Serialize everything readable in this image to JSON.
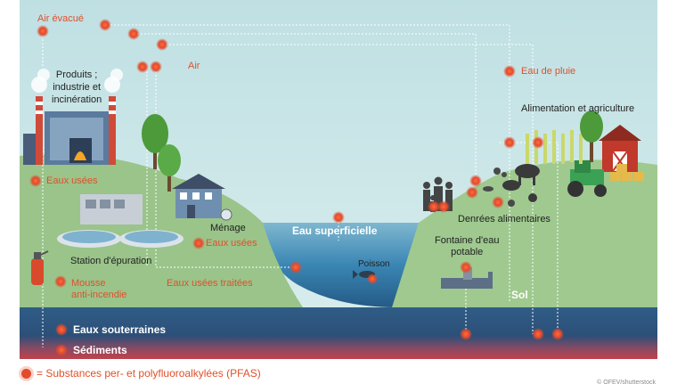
{
  "labels": {
    "air_evacue": "Air évacué",
    "produits": [
      "Produits ;",
      "industrie et",
      "incinération"
    ],
    "air": "Air",
    "eau_de_pluie": "Eau de pluie",
    "alimentation": "Alimentation et agriculture",
    "eaux_usees_1": "Eaux usées",
    "menage": "Ménage",
    "eaux_usees_2": "Eaux usées",
    "eau_superficielle": "Eau superficielle",
    "denrees": "Denrées alimentaires",
    "fontaine": [
      "Fontaine d'eau",
      "potable"
    ],
    "station": "Station d'épuration",
    "poisson": "Poisson",
    "mousse": [
      "Mousse",
      "anti-incendie"
    ],
    "eaux_usees_traitees": "Eaux usées traitées",
    "sol": "Sol",
    "eaux_souterraines": "Eaux souterraines",
    "sediments": "Sédiments"
  },
  "legend": {
    "text": "= Substances per- et polyfluoroalkylées (PFAS)"
  },
  "credit": "© OFEV/shutterstock",
  "colors": {
    "sky": "#c3e2e4",
    "grass": "#9ac48a",
    "water": "#3b86b5",
    "ground_deep": "#264a6e",
    "sediment": "#c0424a",
    "pfas": "#e24b2c",
    "label_red": "#e0502a"
  }
}
